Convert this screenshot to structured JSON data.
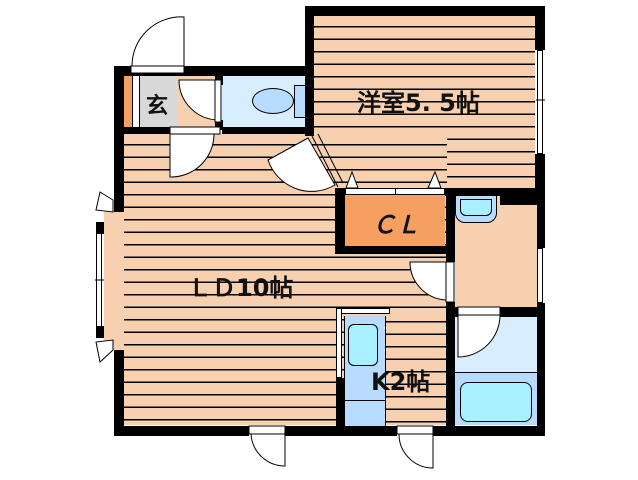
{
  "floorplan": {
    "rooms": {
      "western_room": {
        "label": "洋室5. 5帖"
      },
      "living_dining": {
        "label": "ＬＤ10帖"
      },
      "kitchen": {
        "label": "K2帖"
      },
      "closet": {
        "label": "ＣＬ"
      },
      "entrance": {
        "label": "玄"
      }
    },
    "colors": {
      "floor": "#f7d0b0",
      "closet": "#f5a060",
      "entrance": "#d8d8d8",
      "wet_area": "#d8eeff",
      "fixture": "#b8dcff",
      "fixture_inner": "#a8f0ff",
      "wall": "#000000"
    }
  }
}
